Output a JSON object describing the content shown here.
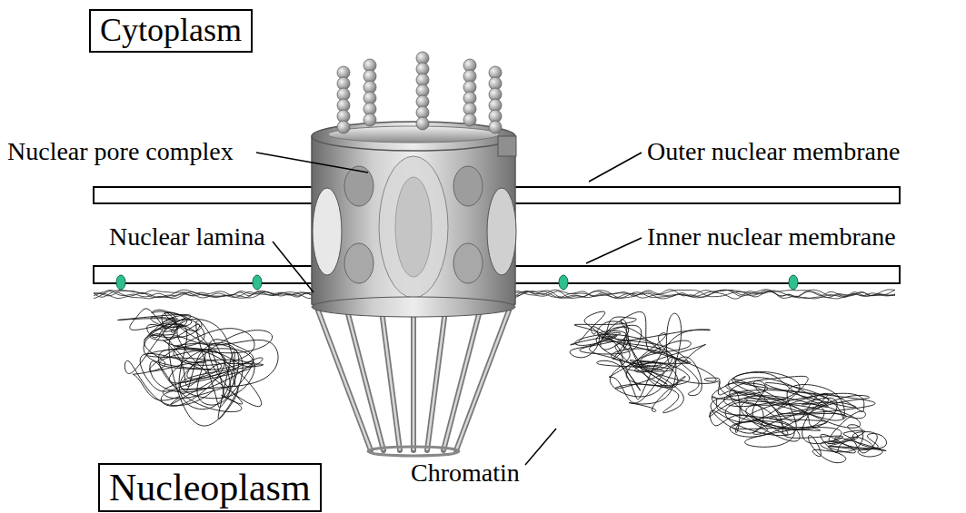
{
  "diagram": {
    "nodes": [
      {
        "text": [
          "Cytoplasm"
        ]
      },
      {
        "text": [
          "Nucleoplasm"
        ]
      }
    ],
    "labels": [
      "Nuclear pore complex",
      "Outer nuclear membrane",
      "Nuclear lamina",
      "Inner nuclear membrane",
      "Chromatin"
    ]
  }
}
